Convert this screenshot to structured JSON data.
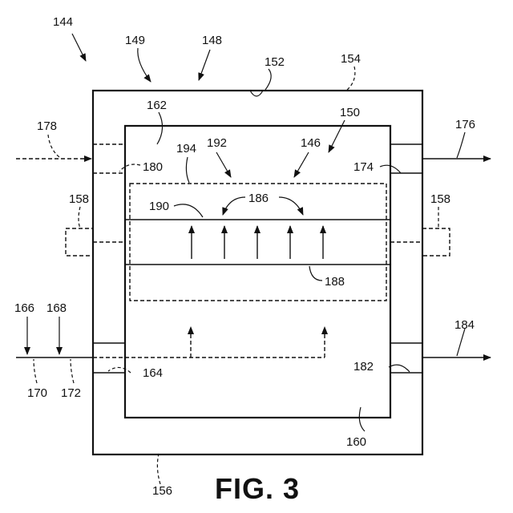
{
  "figure": {
    "caption": "FIG. 3",
    "labels": {
      "r144": "144",
      "r149": "149",
      "r148": "148",
      "r152": "152",
      "r154": "154",
      "r162": "162",
      "r150": "150",
      "r178": "178",
      "r176": "176",
      "r194": "194",
      "r192": "192",
      "r146": "146",
      "r180": "180",
      "r174": "174",
      "r158_left": "158",
      "r158_right": "158",
      "r190": "190",
      "r186": "186",
      "r188": "188",
      "r166": "166",
      "r168": "168",
      "r184": "184",
      "r164": "164",
      "r182": "182",
      "r170": "170",
      "r172": "172",
      "r160": "160",
      "r156": "156"
    }
  }
}
